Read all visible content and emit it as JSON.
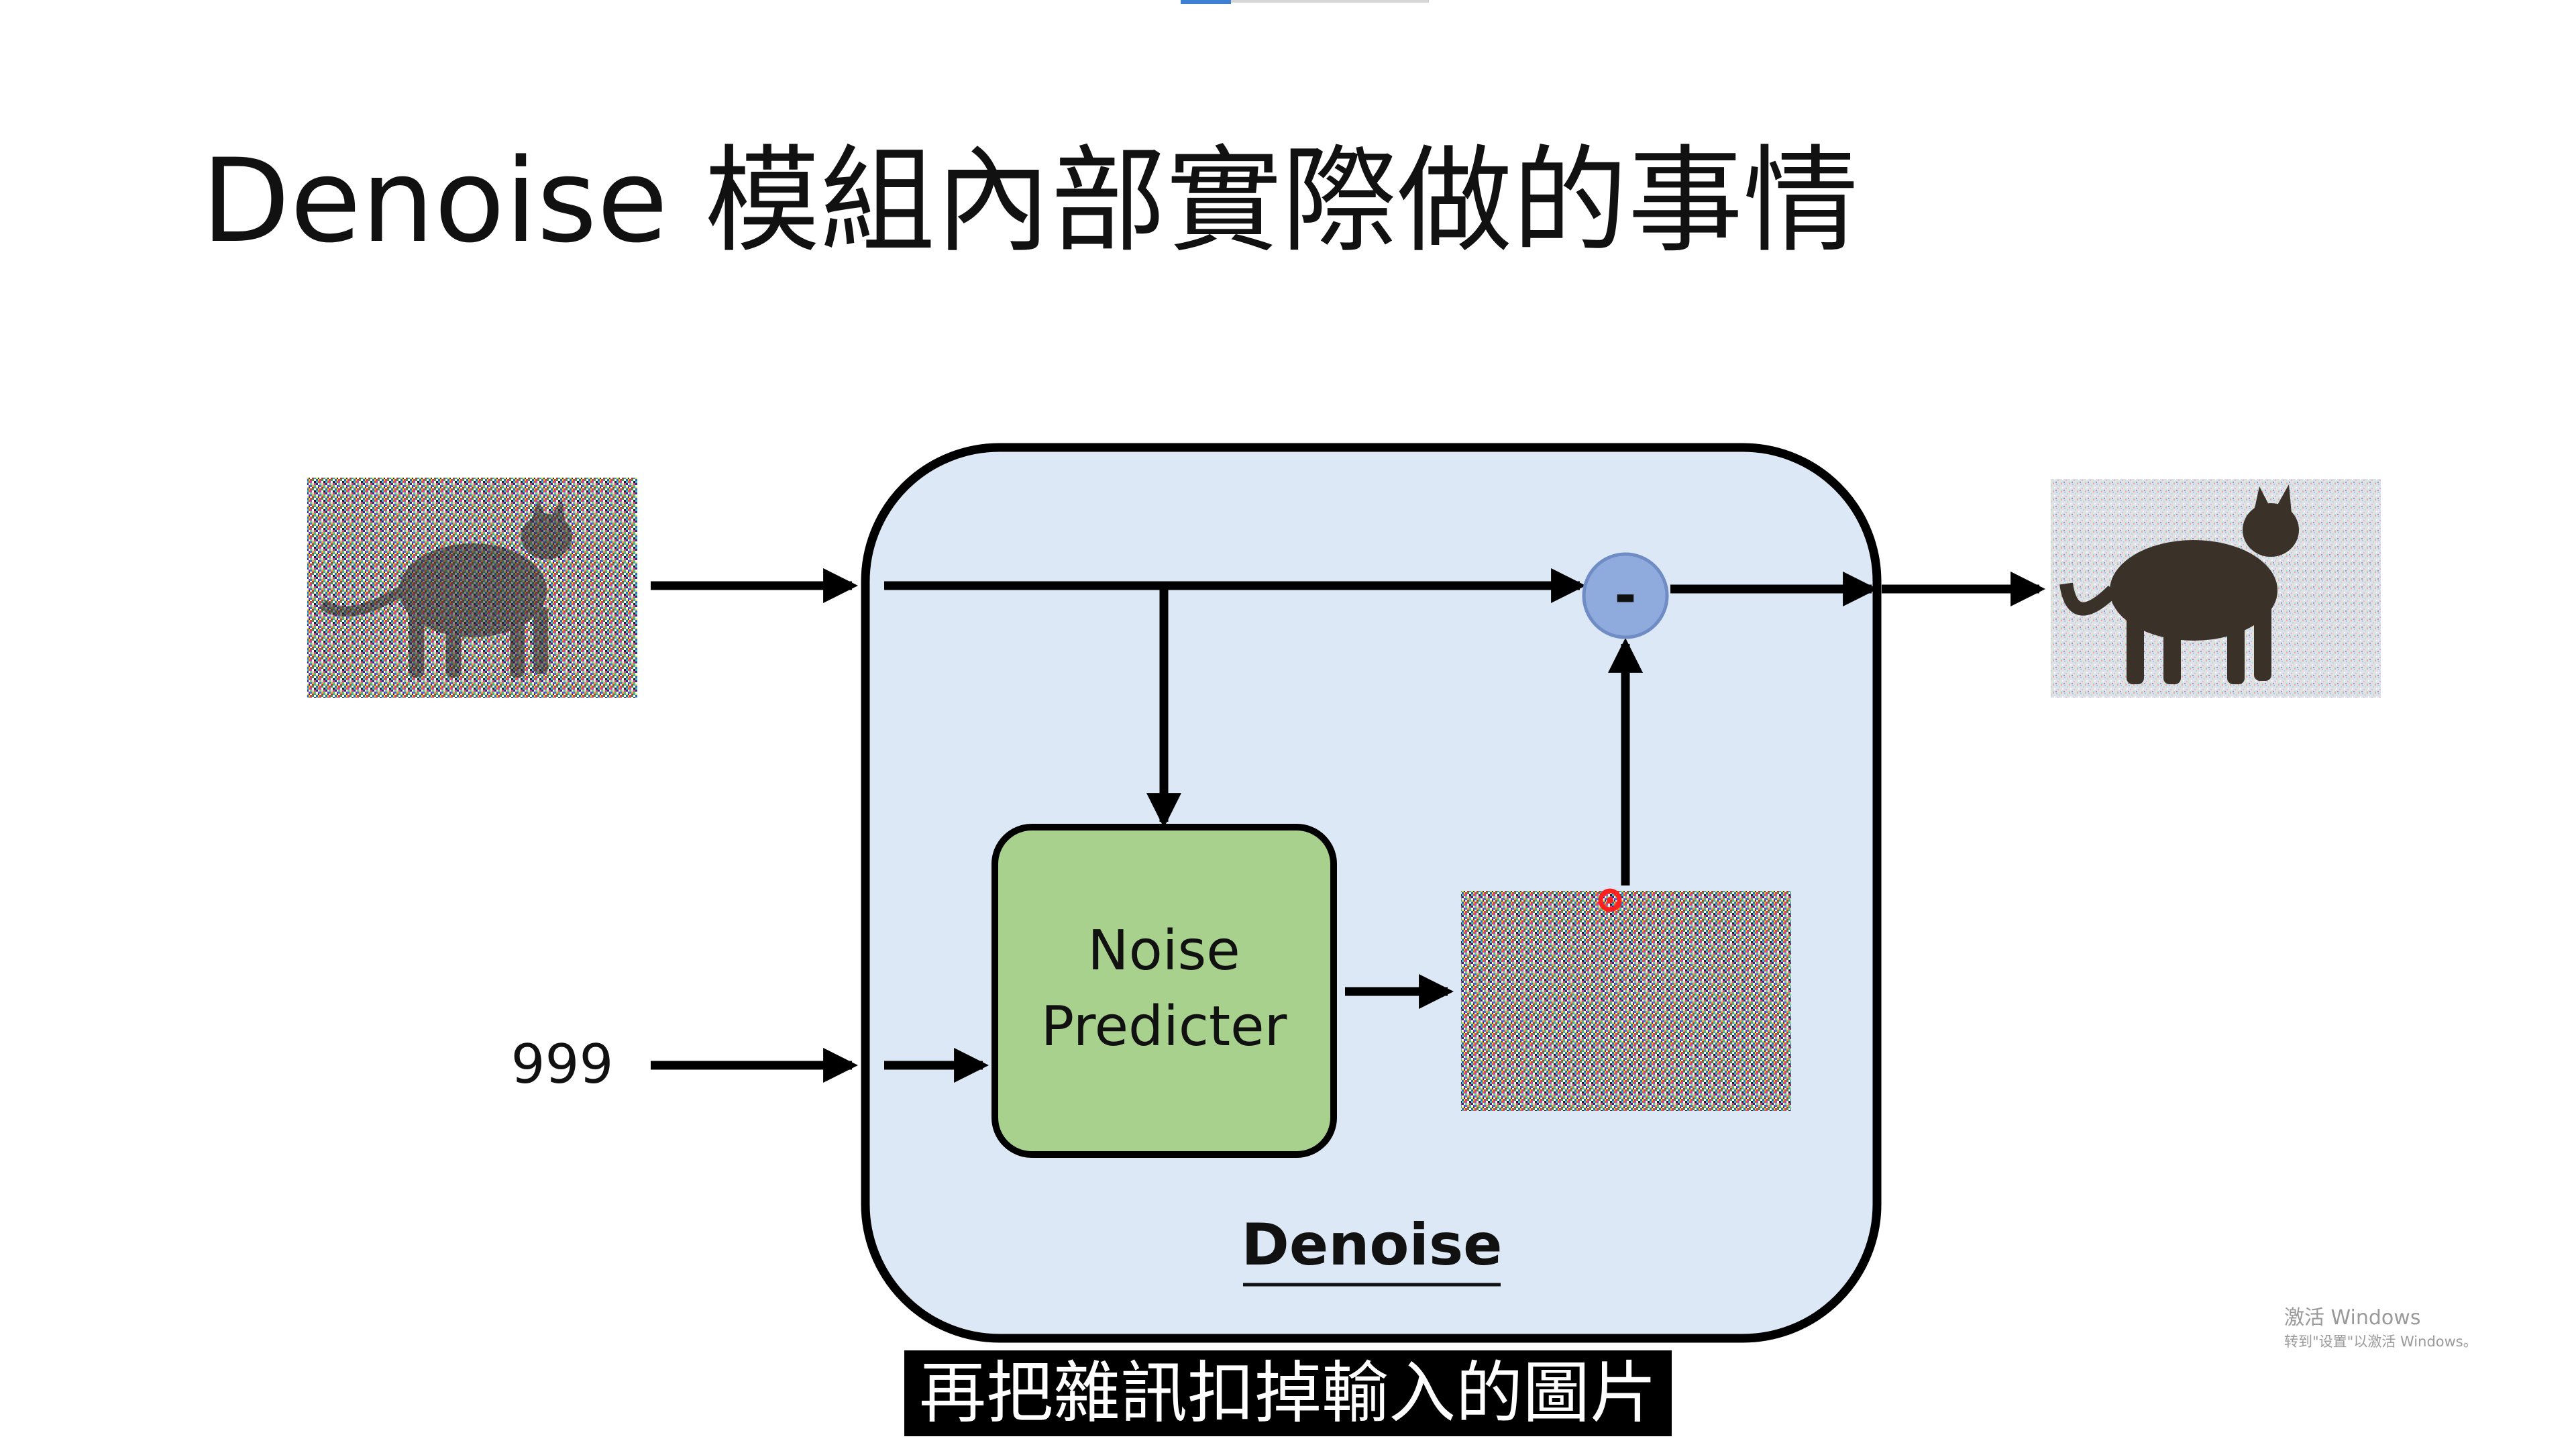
{
  "slide": {
    "title": "Denoise 模組內部實際做的事情"
  },
  "diagram": {
    "step_number": "999",
    "predictor_line1": "Noise",
    "predictor_line2": "Predicter",
    "subtract_symbol": "-",
    "module_label": "Denoise",
    "colors": {
      "module_fill": "#dce8f5",
      "predictor_fill": "#a9d18e",
      "subtract_fill": "#8faadc",
      "cursor": "#ff2020"
    }
  },
  "subtitle": {
    "text": "再把雜訊扣掉輸入的圖片"
  },
  "watermark": {
    "line1": "激活 Windows",
    "line2": "转到\"设置\"以激活 Windows。"
  }
}
